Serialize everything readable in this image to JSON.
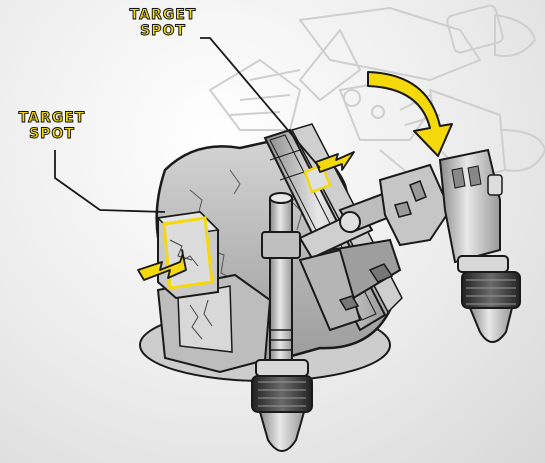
{
  "callouts": {
    "top": {
      "line1": "TARGET",
      "line2": "SPOT"
    },
    "left": {
      "line1": "TARGET",
      "line2": "SPOT"
    }
  },
  "colors": {
    "highlight_yellow": "#f5d90a",
    "outline": "#1a1a1a",
    "ghost_outline": "#cfcfcf"
  },
  "icons": {
    "main": "robot-arm-on-rock-illustration",
    "ghost": "faded-robot-previous-position",
    "rotate": "curved-rotation-arrow-icon",
    "pointer": "target-arrow-icon"
  }
}
